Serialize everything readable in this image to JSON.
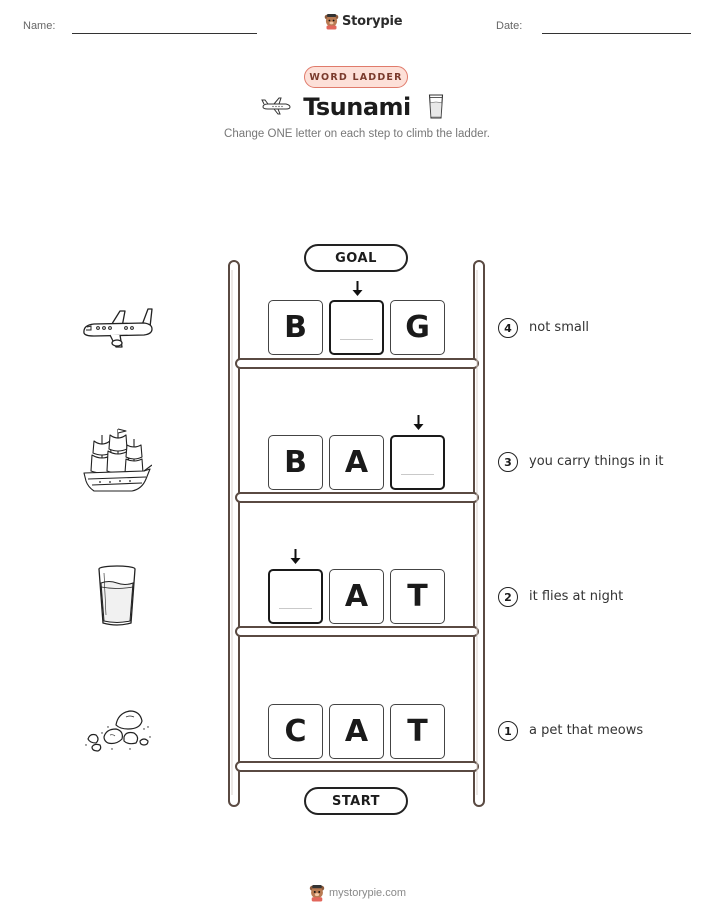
{
  "header": {
    "name_label": "Name:",
    "date_label": "Date:",
    "brand": "Storypie"
  },
  "title_block": {
    "badge": "WORD LADDER",
    "title": "Tsunami",
    "instructions": "Change ONE letter on each step to climb the ladder."
  },
  "ladder": {
    "goal_label": "GOAL",
    "start_label": "START",
    "rungs": [
      {
        "step": "4",
        "clue": "not small",
        "picture": "airplane-icon",
        "letters": [
          "B",
          "",
          "G"
        ]
      },
      {
        "step": "3",
        "clue": "you carry things in it",
        "picture": "sailing-ship-icon",
        "letters": [
          "B",
          "A",
          ""
        ]
      },
      {
        "step": "2",
        "clue": "it flies at night",
        "picture": "glass-of-water-icon",
        "letters": [
          "",
          "A",
          "T"
        ]
      },
      {
        "step": "1",
        "clue": "a pet that meows",
        "picture": "rocks-icon",
        "letters": [
          "C",
          "A",
          "T"
        ]
      }
    ]
  },
  "footer": {
    "site": "mystorypie.com"
  },
  "colors": {
    "badge_fill": "#fde0d8",
    "badge_border": "#e07b6b",
    "ladder_rail": "#5a4a42"
  }
}
